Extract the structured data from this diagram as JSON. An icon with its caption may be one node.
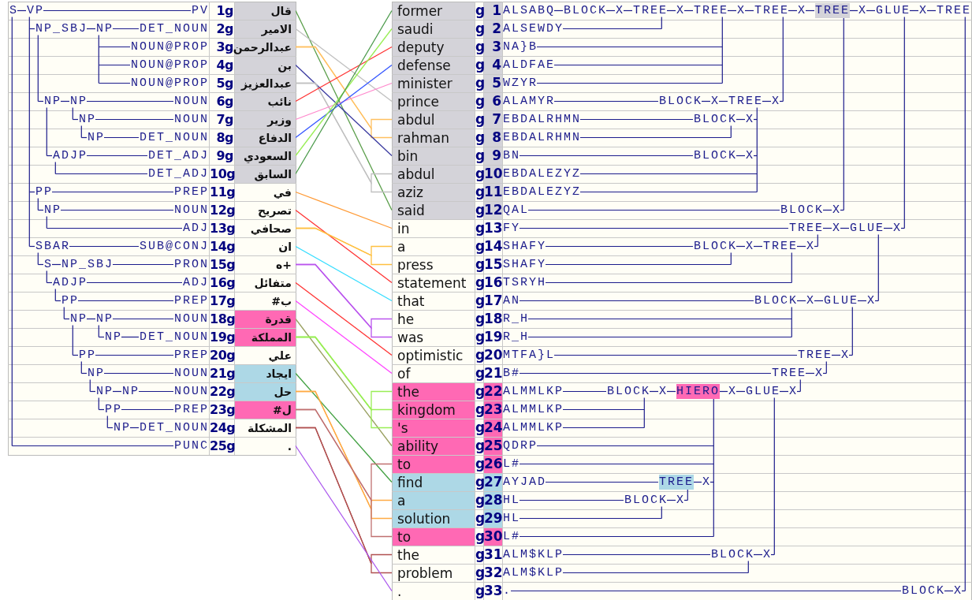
{
  "diagram": {
    "nodes": [
      {
        "text": [
          "قال"
        ]
      },
      {
        "text": [
          "الامير"
        ]
      },
      {
        "text": [
          "عبدالرحمن"
        ]
      },
      {
        "text": [
          "بن"
        ]
      },
      {
        "text": [
          "عبدالعزيز"
        ]
      },
      {
        "text": [
          "نائب"
        ]
      },
      {
        "text": [
          "وزير"
        ]
      },
      {
        "text": [
          "الدفاع"
        ]
      },
      {
        "text": [
          "السعودي"
        ]
      },
      {
        "text": [
          "السابق"
        ]
      },
      {
        "text": [
          "في"
        ]
      },
      {
        "text": [
          "تصريح"
        ]
      },
      {
        "text": [
          "صحافي"
        ]
      },
      {
        "text": [
          "ان"
        ]
      },
      {
        "text": [
          "+ه"
        ]
      },
      {
        "text": [
          "متفائل"
        ]
      },
      {
        "text": [
          "ب#"
        ]
      },
      {
        "text": [
          "قدرة"
        ]
      },
      {
        "text": [
          "المملكة"
        ]
      },
      {
        "text": [
          "علي"
        ]
      },
      {
        "text": [
          "ايجاد"
        ]
      },
      {
        "text": [
          "حل"
        ]
      },
      {
        "text": [
          "ل#"
        ]
      },
      {
        "text": [
          "المشكلة"
        ]
      },
      {
        "text": [
          "."
        ]
      },
      {
        "text": [
          "former"
        ],
        "beside": [
          "g",
          "1"
        ]
      },
      {
        "text": [
          "saudi"
        ],
        "beside": [
          "g",
          "2"
        ]
      },
      {
        "text": [
          "deputy"
        ],
        "beside": [
          "g",
          "3"
        ]
      },
      {
        "text": [
          "defense"
        ],
        "beside": [
          "g",
          "4"
        ]
      },
      {
        "text": [
          "minister"
        ],
        "beside": [
          "g",
          "5"
        ]
      },
      {
        "text": [
          "prince"
        ],
        "beside": [
          "g",
          "6"
        ]
      },
      {
        "text": [
          "abdul"
        ],
        "beside": [
          "g",
          "7"
        ]
      },
      {
        "text": [
          "rahman"
        ],
        "beside": [
          "g",
          "8"
        ]
      },
      {
        "text": [
          "bin"
        ],
        "beside": [
          "g",
          "9"
        ]
      },
      {
        "text": [
          "abdul"
        ],
        "beside": [
          "g",
          "10"
        ]
      },
      {
        "text": [
          "aziz"
        ],
        "beside": [
          "g",
          "11"
        ]
      },
      {
        "text": [
          "said"
        ],
        "beside": [
          "g",
          "12"
        ]
      },
      {
        "text": [
          "in"
        ],
        "beside": [
          "g",
          "13"
        ]
      },
      {
        "text": [
          "a"
        ],
        "beside": [
          "g",
          "14"
        ]
      },
      {
        "text": [
          "press"
        ],
        "beside": [
          "g",
          "15"
        ]
      },
      {
        "text": [
          "statement"
        ],
        "beside": [
          "g",
          "16"
        ]
      },
      {
        "text": [
          "that"
        ],
        "beside": [
          "g",
          "17"
        ]
      },
      {
        "text": [
          "he"
        ],
        "beside": [
          "g",
          "18"
        ]
      },
      {
        "text": [
          "was"
        ],
        "beside": [
          "g",
          "19"
        ]
      },
      {
        "text": [
          "optimistic"
        ],
        "beside": [
          "g",
          "20"
        ]
      },
      {
        "text": [
          "of"
        ],
        "beside": [
          "g",
          "21"
        ]
      },
      {
        "text": [
          "the"
        ],
        "beside": [
          "g",
          "22"
        ]
      },
      {
        "text": [
          "kingdom"
        ],
        "beside": [
          "g",
          "23"
        ]
      },
      {
        "text": [
          "'s"
        ],
        "beside": [
          "g",
          "24"
        ]
      },
      {
        "text": [
          "ability"
        ],
        "beside": [
          "g",
          "25"
        ]
      },
      {
        "text": [
          "to"
        ],
        "beside": [
          "g",
          "26"
        ]
      },
      {
        "text": [
          "find"
        ],
        "beside": [
          "g",
          "27"
        ]
      },
      {
        "text": [
          "a"
        ],
        "beside": [
          "g",
          "28"
        ]
      },
      {
        "text": [
          "solution"
        ],
        "beside": [
          "g",
          "29"
        ]
      },
      {
        "text": [
          "to"
        ],
        "beside": [
          "g",
          "30"
        ]
      },
      {
        "text": [
          "the"
        ],
        "beside": [
          "g",
          "31"
        ]
      },
      {
        "text": [
          "problem"
        ],
        "beside": [
          "g",
          "32"
        ]
      },
      {
        "text": [
          "."
        ],
        "beside": [
          "g",
          "33"
        ]
      }
    ],
    "edges": [
      {
        "from": 0,
        "to": 36,
        "arrow": "none",
        "color": "#5a9e4a"
      },
      {
        "from": 1,
        "to": 30,
        "arrow": "none",
        "color": "#c0c0c0"
      },
      {
        "from": 2,
        "to": 31,
        "arrow": "none",
        "color": "#ffc060"
      },
      {
        "from": 2,
        "to": 32,
        "arrow": "none",
        "color": "#ffc060"
      },
      {
        "from": 3,
        "to": 33,
        "arrow": "none",
        "color": "#3a3aa0"
      },
      {
        "from": 4,
        "to": 34,
        "arrow": "none",
        "color": "#c0c0c0"
      },
      {
        "from": 4,
        "to": 35,
        "arrow": "none",
        "color": "#c0c0c0"
      },
      {
        "from": 5,
        "to": 27,
        "arrow": "none",
        "color": "#ff3333"
      },
      {
        "from": 6,
        "to": 29,
        "arrow": "none",
        "color": "#ff88cc"
      },
      {
        "from": 7,
        "to": 28,
        "arrow": "none",
        "color": "#3355ff"
      },
      {
        "from": 8,
        "to": 26,
        "arrow": "none",
        "color": "#99ee55"
      },
      {
        "from": 9,
        "to": 25,
        "arrow": "none",
        "color": "#4a9a4a"
      },
      {
        "from": 10,
        "to": 37,
        "arrow": "none",
        "color": "#ff9933"
      },
      {
        "from": 11,
        "to": 40,
        "arrow": "none",
        "color": "#ff3333"
      },
      {
        "from": 12,
        "to": 38,
        "arrow": "none",
        "color": "#ffc040"
      },
      {
        "from": 12,
        "to": 39,
        "arrow": "none",
        "color": "#ffc040"
      },
      {
        "from": 13,
        "to": 41,
        "arrow": "none",
        "color": "#33ddff"
      },
      {
        "from": 14,
        "to": 42,
        "arrow": "none",
        "color": "#bb55ee"
      },
      {
        "from": 14,
        "to": 43,
        "arrow": "none",
        "color": "#bb55ee"
      },
      {
        "from": 15,
        "to": 44,
        "arrow": "none",
        "color": "#ff3333"
      },
      {
        "from": 16,
        "to": 45,
        "arrow": "none",
        "color": "#ff44ff"
      },
      {
        "from": 17,
        "to": 49,
        "arrow": "none",
        "color": "#99a060"
      },
      {
        "from": 18,
        "to": 46,
        "arrow": "none",
        "color": "#99ee55"
      },
      {
        "from": 18,
        "to": 47,
        "arrow": "none",
        "color": "#99ee55"
      },
      {
        "from": 18,
        "to": 48,
        "arrow": "none",
        "color": "#99ee55"
      },
      {
        "from": 20,
        "to": 51,
        "arrow": "none",
        "color": "#40a040"
      },
      {
        "from": 21,
        "to": 52,
        "arrow": "none",
        "color": "#ffaa44"
      },
      {
        "from": 21,
        "to": 53,
        "arrow": "none",
        "color": "#ffaa44"
      },
      {
        "from": 22,
        "to": 50,
        "arrow": "none",
        "color": "#c07070"
      },
      {
        "from": 22,
        "to": 54,
        "arrow": "none",
        "color": "#c07070"
      },
      {
        "from": 23,
        "to": 55,
        "arrow": "none",
        "color": "#b05050"
      },
      {
        "from": 23,
        "to": 56,
        "arrow": "none",
        "color": "#b05050"
      },
      {
        "from": 24,
        "to": 57,
        "arrow": "none",
        "color": "#aa55ee"
      }
    ],
    "labels": [
      "S",
      "VP",
      "PV",
      "1g",
      "NP_SBJ",
      "NP",
      "DET_NOUN",
      "2g",
      "NOUN@PROP",
      "3g",
      "NOUN@PROP",
      "4g",
      "NOUN@PROP",
      "5g",
      "NP",
      "NP",
      "NOUN",
      "6g",
      "NP",
      "NOUN",
      "7g",
      "NP",
      "DET_NOUN",
      "8g",
      "ADJP",
      "DET_ADJ",
      "9g",
      "DET_ADJ",
      "10g",
      "PP",
      "PREP",
      "11g",
      "NP",
      "NOUN",
      "12g",
      "ADJ",
      "13g",
      "SBAR",
      "SUB@CONJ",
      "14g",
      "S",
      "NP_SBJ",
      "PRON",
      "15g",
      "ADJP",
      "ADJ",
      "16g",
      "PP",
      "PREP",
      "17g",
      "NP",
      "NP",
      "NOUN",
      "18g",
      "NP",
      "DET_NOUN",
      "19g",
      "PP",
      "PREP",
      "20g",
      "NP",
      "NOUN",
      "21g",
      "NP",
      "NP",
      "NOUN",
      "22g",
      "PP",
      "PREP",
      "23g",
      "NP",
      "DET_NOUN",
      "24g",
      "PUNC",
      "25g",
      "ALSABQ",
      "BLOCK",
      "X",
      "TREE",
      "X",
      "TREE",
      "X",
      "TREE",
      "X",
      "TREE",
      "X",
      "GLUE",
      "X",
      "TREE",
      "ALSEWDY",
      "NA}B",
      "ALDFAE",
      "WZYR",
      "ALAMYR",
      "BLOCK",
      "X",
      "TREE",
      "X",
      "EBDALRHMN",
      "BLOCK",
      "X",
      "EBDALRHMN",
      "BN",
      "BLOCK",
      "X",
      "EBDALEZYZ",
      "EBDALEZYZ",
      "QAL",
      "BLOCK",
      "X",
      "FY",
      "TREE",
      "X",
      "GLUE",
      "X",
      "SHAFY",
      "BLOCK",
      "X",
      "TREE",
      "X",
      "SHAFY",
      "TSRYH",
      "AN",
      "BLOCK",
      "X",
      "GLUE",
      "X",
      "R_H",
      "R_H",
      "MTFA}L",
      "TREE",
      "X",
      "B#",
      "TREE",
      "X",
      "ALMMLKP",
      "BLOCK",
      "X",
      "HIERO",
      "X",
      "GLUE",
      "X",
      "ALMMLKP",
      "ALMMLKP",
      "QDRP",
      "L#",
      "AYJAD",
      "TREE",
      "X",
      "HL",
      "BLOCK",
      "X",
      "HL",
      "L#",
      "ALM$KLP",
      "BLOCK",
      "X",
      "ALM$KLP",
      ".",
      "BLOCK",
      "X"
    ]
  }
}
